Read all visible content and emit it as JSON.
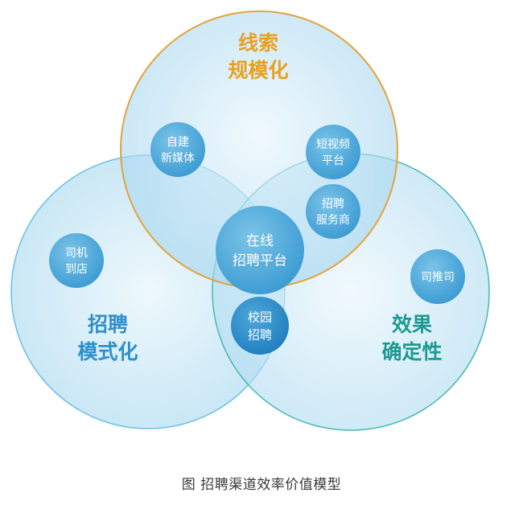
{
  "sets": [
    {
      "key": "top",
      "lines": [
        "线索",
        "规模化"
      ],
      "label_color": "#E8A020",
      "stroke_color": "#E3A43C"
    },
    {
      "key": "left",
      "lines": [
        "招聘",
        "模式化"
      ],
      "label_color": "#2E8FCC",
      "stroke_color": "#6BC0E0"
    },
    {
      "key": "right",
      "lines": [
        "效果",
        "确定性"
      ],
      "label_color": "#1E9A94",
      "stroke_color": "#49B8B0"
    }
  ],
  "nodes": [
    {
      "key": "self-media",
      "lines": [
        "自建",
        "新媒体"
      ]
    },
    {
      "key": "short-video",
      "lines": [
        "短视频",
        "平台"
      ]
    },
    {
      "key": "recruit-service",
      "lines": [
        "招聘",
        "服务商"
      ]
    },
    {
      "key": "online-platform",
      "lines": [
        "在线",
        "招聘平台"
      ]
    },
    {
      "key": "driver-store",
      "lines": [
        "司机",
        "到店"
      ]
    },
    {
      "key": "sitong",
      "lines": [
        "司推司"
      ]
    },
    {
      "key": "campus",
      "lines": [
        "校园",
        "招聘"
      ]
    }
  ],
  "caption": "图 招聘渠道效率价值模型",
  "colors": {
    "node_fill": "#52ACD8",
    "node_dark_fill": "#2F8CC6",
    "node_text": "#ffffff",
    "circle_fill": "#D6EEF8"
  }
}
